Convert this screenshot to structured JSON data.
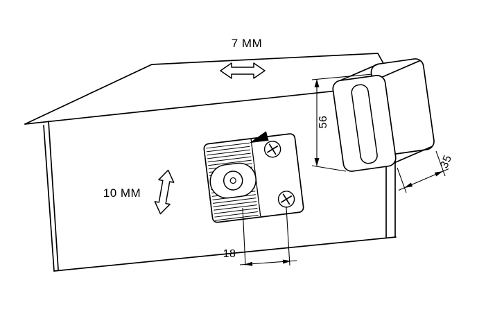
{
  "figure": {
    "type": "technical-assembly-drawing",
    "background_color": "#ffffff",
    "line_color": "#000000",
    "annotations": {
      "horizontal_adjustment": "7 MM",
      "vertical_adjustment": "10 MM",
      "hook_height_mm": "56",
      "hook_depth_mm": "35",
      "plate_edge_distance_mm": "18"
    }
  }
}
